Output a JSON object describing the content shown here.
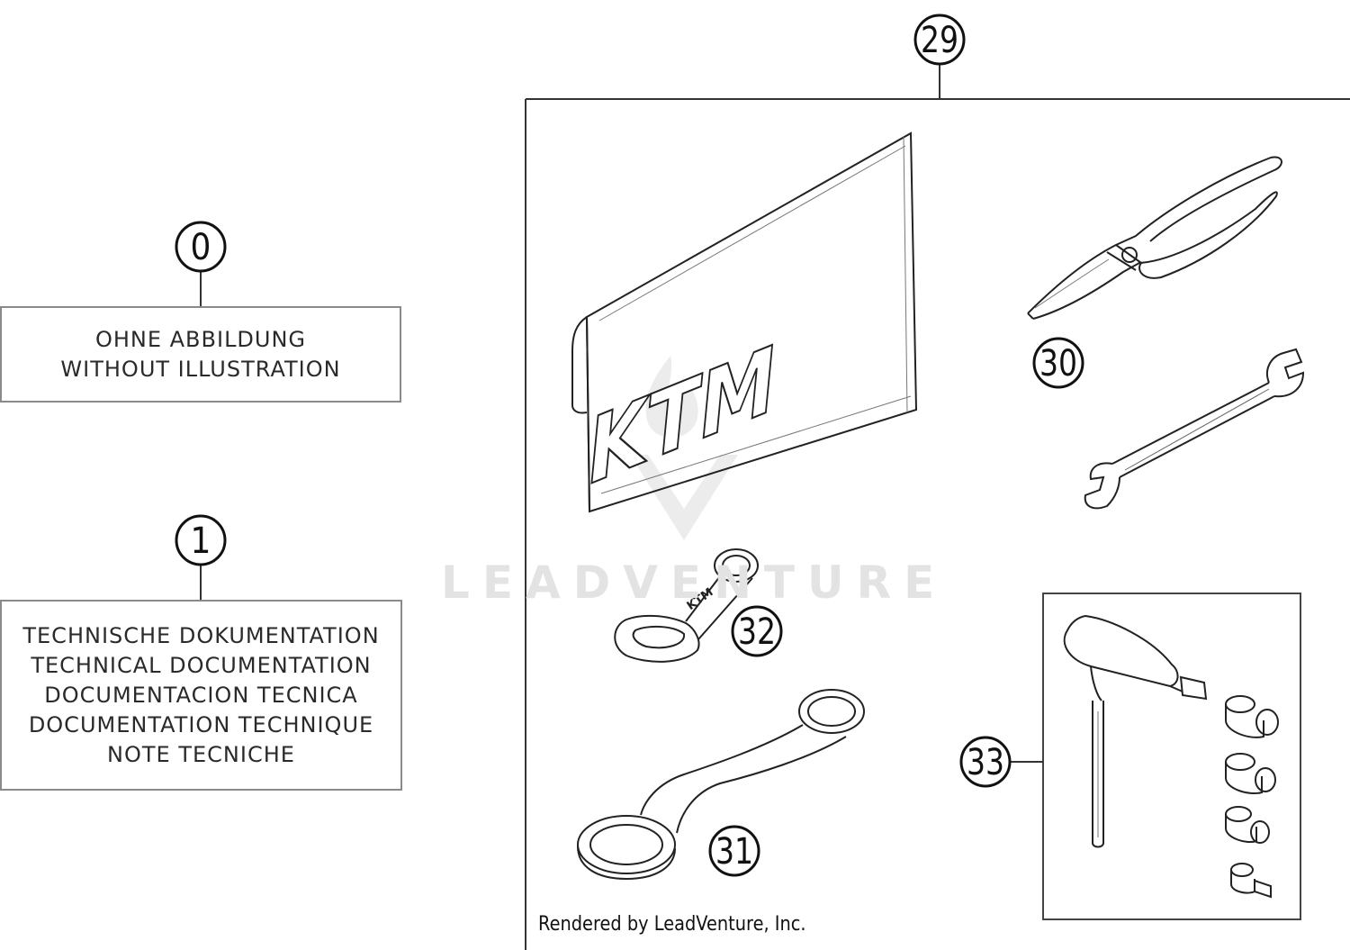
{
  "callouts": {
    "c0": "0",
    "c1": "1",
    "c29": "29",
    "c30": "30",
    "c31": "31",
    "c32": "32",
    "c33": "33"
  },
  "box0": {
    "lines": [
      "OHNE ABBILDUNG",
      "WITHOUT ILLUSTRATION"
    ]
  },
  "box1": {
    "lines": [
      "TECHNISCHE DOKUMENTATION",
      "TECHNICAL DOCUMENTATION",
      "DOCUMENTACION TECNICA",
      "DOCUMENTATION TECHNIQUE",
      "NOTE TECNICHE"
    ]
  },
  "logo_text": "KTM",
  "watermark": "LEADVENTURE",
  "footer": "Rendered by LeadVenture, Inc.",
  "icons": [
    "tool-bag-icon",
    "pliers-icon",
    "open-end-wrench-icon",
    "small-box-wrench-icon",
    "large-box-wrench-icon",
    "t-handle-hex-key-icon",
    "socket-bit-icon"
  ]
}
